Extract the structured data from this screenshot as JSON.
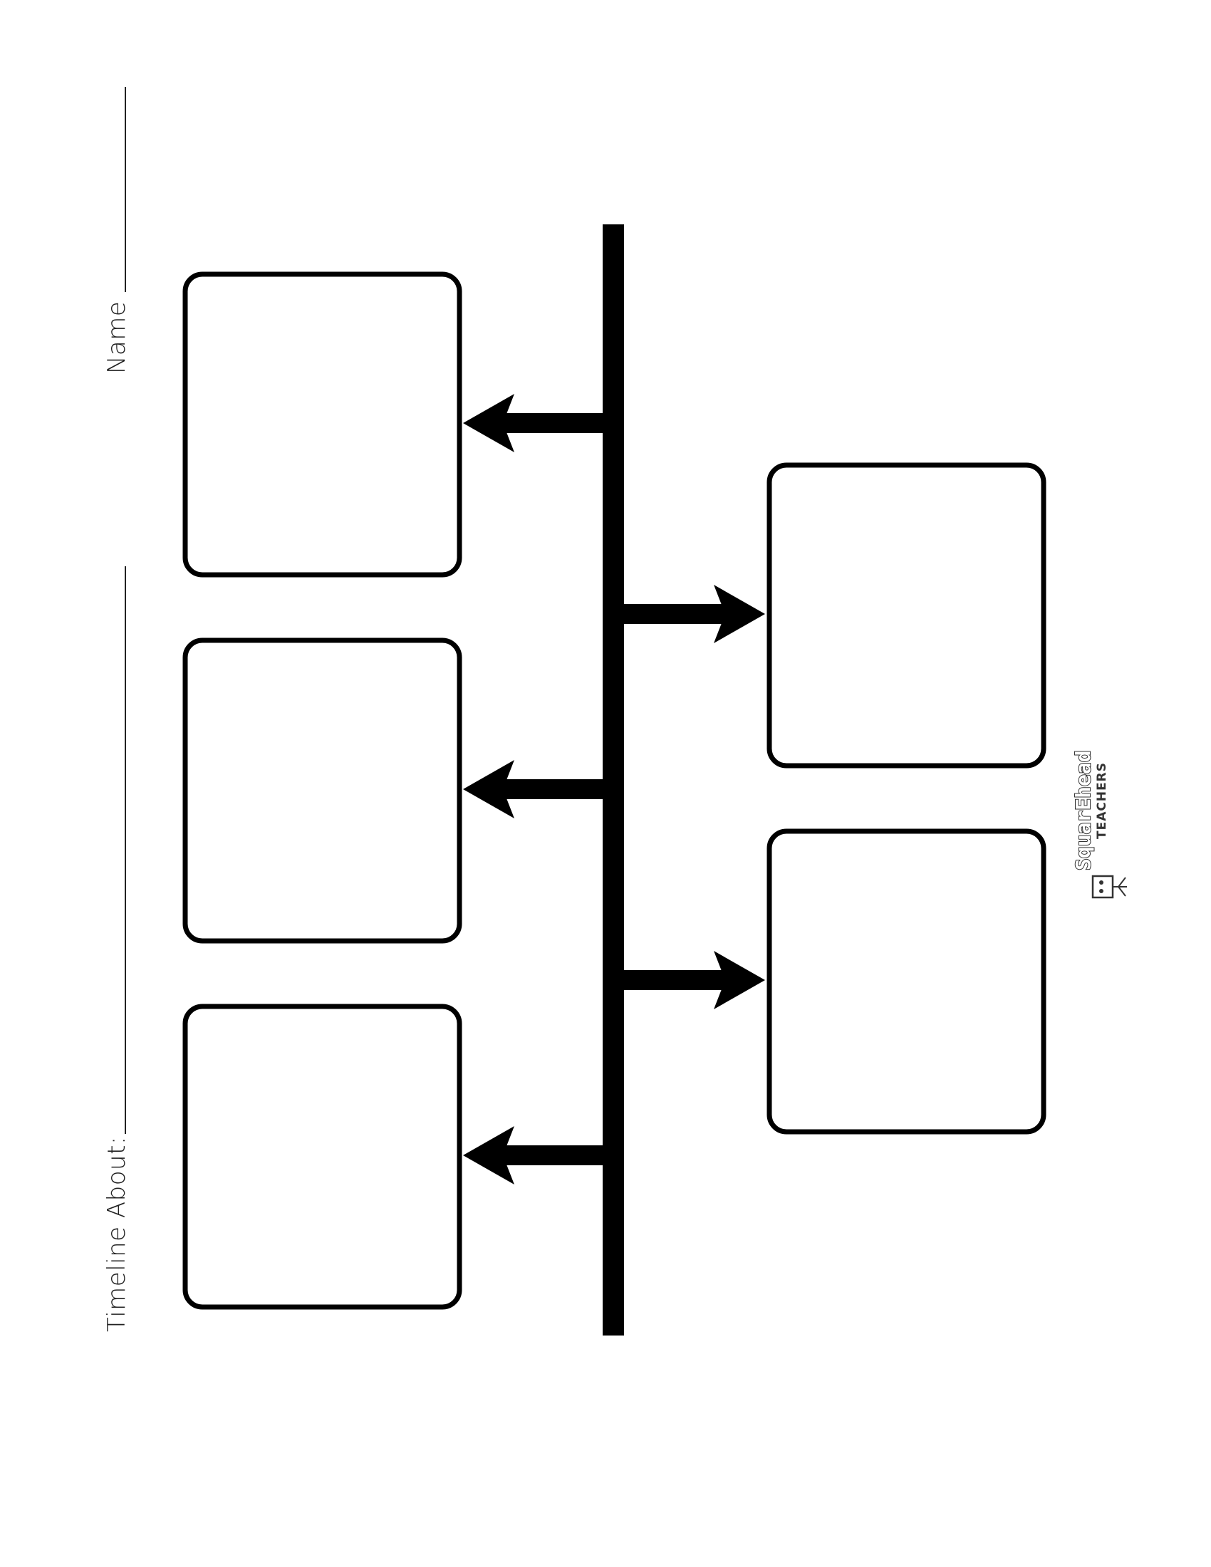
{
  "worksheet": {
    "timeline_label": "Timeline About:",
    "name_label": "Name",
    "logo": {
      "brand": "SquarEhead",
      "subtitle": "TEACHERS"
    },
    "events": [
      {
        "side": "left",
        "value": ""
      },
      {
        "side": "left",
        "value": ""
      },
      {
        "side": "left",
        "value": ""
      },
      {
        "side": "right",
        "value": ""
      },
      {
        "side": "right",
        "value": ""
      }
    ],
    "colors": {
      "ink": "#000000",
      "label": "#222222",
      "paper": "#ffffff"
    }
  }
}
